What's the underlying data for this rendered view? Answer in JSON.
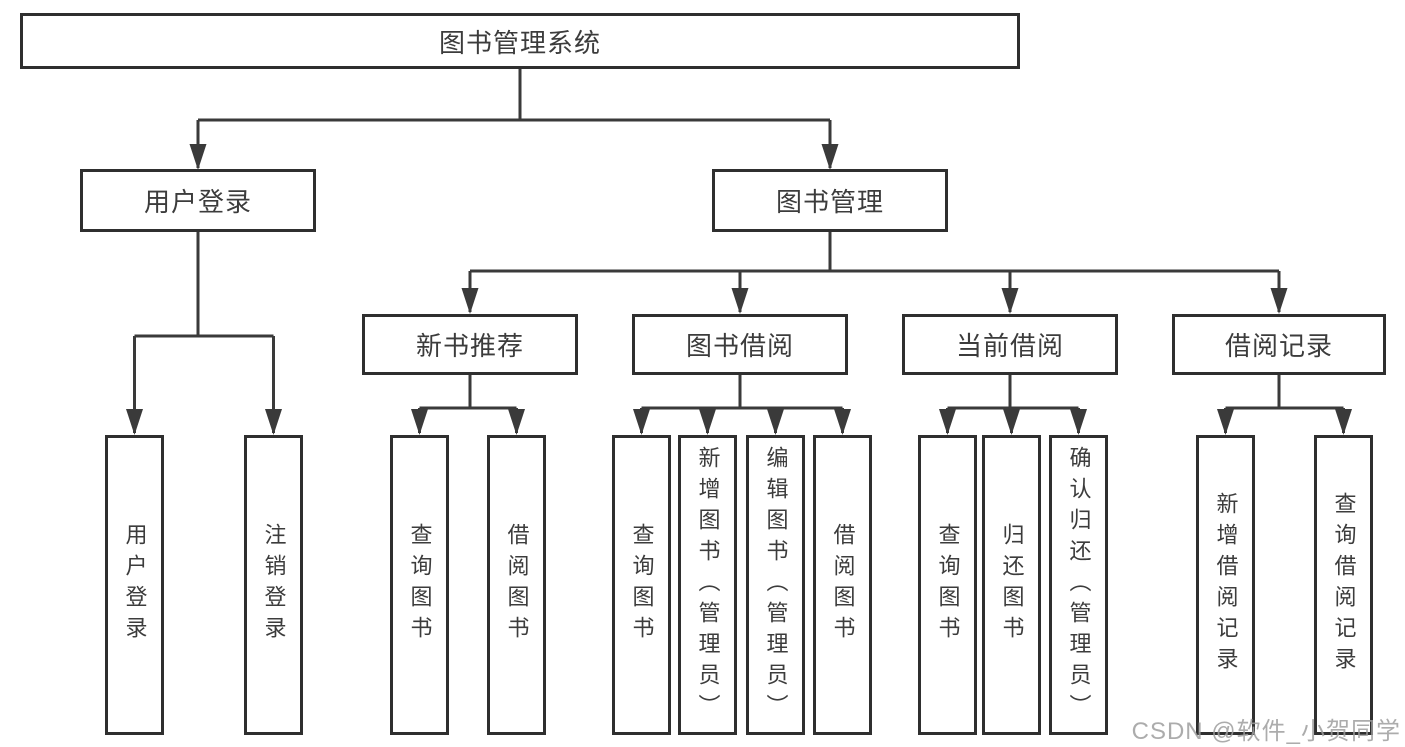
{
  "diagram": {
    "root": {
      "label": "图书管理系统"
    },
    "children": [
      {
        "label": "用户登录",
        "children": [
          {
            "label": "用户登录"
          },
          {
            "label": "注销登录"
          }
        ]
      },
      {
        "label": "图书管理",
        "children": [
          {
            "label": "新书推荐",
            "children": [
              {
                "label": "查询图书"
              },
              {
                "label": "借阅图书"
              }
            ]
          },
          {
            "label": "图书借阅",
            "children": [
              {
                "label": "查询图书"
              },
              {
                "label": "新增图书（管理员）"
              },
              {
                "label": "编辑图书（管理员）"
              },
              {
                "label": "借阅图书"
              }
            ]
          },
          {
            "label": "当前借阅",
            "children": [
              {
                "label": "查询图书"
              },
              {
                "label": "归还图书"
              },
              {
                "label": "确认归还（管理员）"
              }
            ]
          },
          {
            "label": "借阅记录",
            "children": [
              {
                "label": "新增借阅记录"
              },
              {
                "label": "查询借阅记录"
              }
            ]
          }
        ]
      }
    ]
  },
  "watermark": {
    "text": "CSDN @软件_小贺同学"
  },
  "colors": {
    "line": "#3a3a3a",
    "border": "#2f2f2f",
    "text": "#3c3c3c",
    "watermark": "#9e9e9e",
    "background": "#ffffff"
  }
}
